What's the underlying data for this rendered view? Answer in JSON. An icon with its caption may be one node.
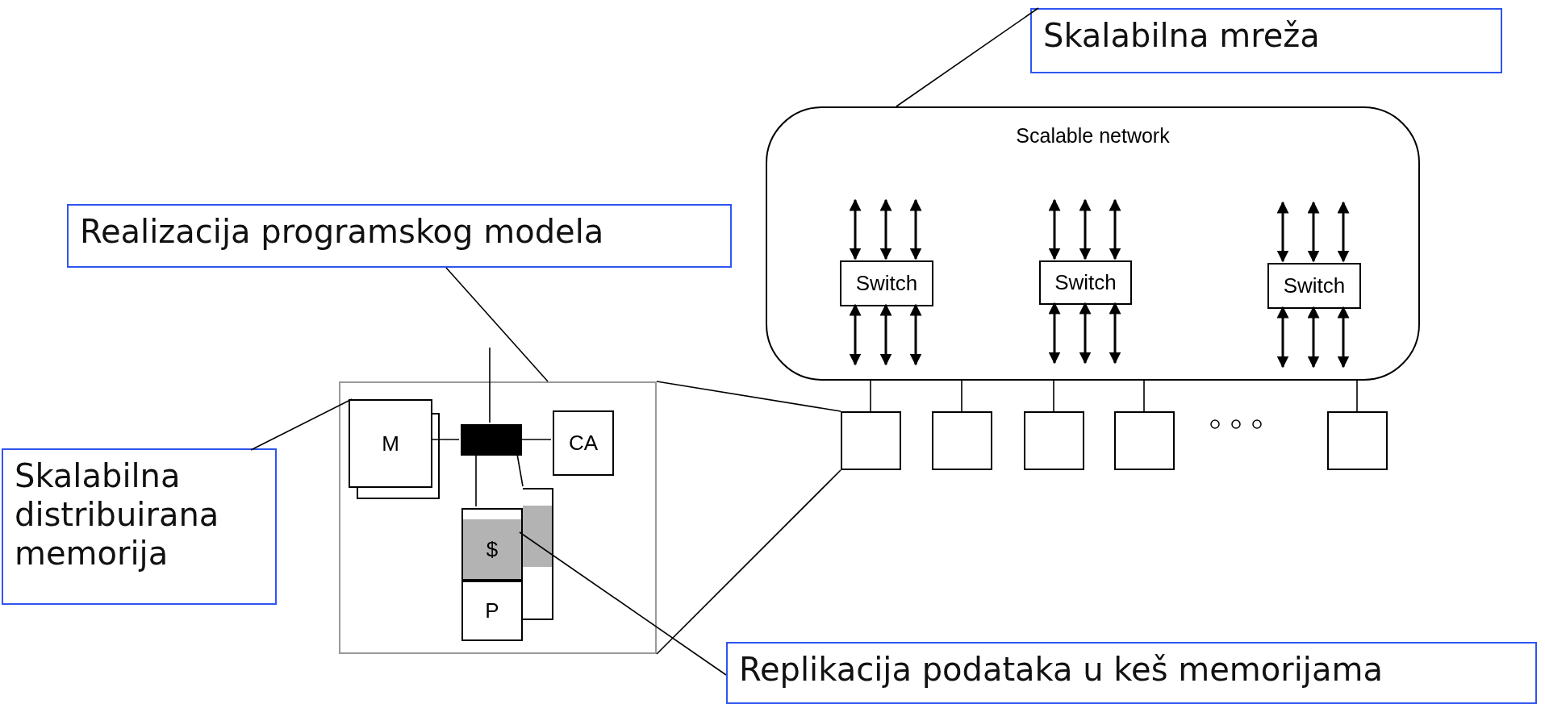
{
  "diagram": {
    "nodes": [
      {
        "text": [
          "Skalabilna mreža"
        ]
      },
      {
        "text": [
          "Scalable network"
        ]
      },
      {
        "text": [
          "Switch"
        ],
        "in": 1
      },
      {
        "text": [
          "Switch"
        ],
        "in": 1
      },
      {
        "text": [
          "Switch"
        ],
        "in": 1
      },
      {
        "text": [
          "Realizacija programskog modela"
        ]
      },
      {
        "text": [],
        "shape": "box"
      },
      {
        "text": [
          "M"
        ],
        "in": 6
      },
      {
        "text": [],
        "shape": "bar",
        "in": 6
      },
      {
        "text": [
          "CA"
        ],
        "in": 6
      },
      {
        "text": [],
        "shape": "box",
        "in": 6
      },
      {
        "text": [
          "$"
        ],
        "in": 6
      },
      {
        "text": [
          "P"
        ],
        "in": 6
      },
      {
        "text": [
          "Skalabilna distribuirana memorija"
        ]
      },
      {
        "text": [],
        "shape": "box"
      },
      {
        "text": [],
        "shape": "box"
      },
      {
        "text": [],
        "shape": "box"
      },
      {
        "text": [],
        "shape": "box"
      },
      {
        "text": [],
        "shape": "box"
      },
      {
        "text": [
          "Replikacija podataka u keš memorijama"
        ]
      }
    ],
    "edges": [
      {
        "from": 0,
        "to": 1,
        "arrow": "none"
      },
      {
        "from": 2,
        "to": null,
        "arrow": "both"
      },
      {
        "from": 2,
        "to": null,
        "arrow": "both"
      },
      {
        "from": 2,
        "to": null,
        "arrow": "both"
      },
      {
        "from": 2,
        "to": null,
        "arrow": "both"
      },
      {
        "from": 2,
        "to": null,
        "arrow": "both"
      },
      {
        "from": 2,
        "to": null,
        "arrow": "both"
      },
      {
        "from": 3,
        "to": null,
        "arrow": "both"
      },
      {
        "from": 3,
        "to": null,
        "arrow": "both"
      },
      {
        "from": 3,
        "to": null,
        "arrow": "both"
      },
      {
        "from": 3,
        "to": null,
        "arrow": "both"
      },
      {
        "from": 3,
        "to": null,
        "arrow": "both"
      },
      {
        "from": 3,
        "to": null,
        "arrow": "both"
      },
      {
        "from": 4,
        "to": null,
        "arrow": "both"
      },
      {
        "from": 4,
        "to": null,
        "arrow": "both"
      },
      {
        "from": 4,
        "to": null,
        "arrow": "both"
      },
      {
        "from": 4,
        "to": null,
        "arrow": "both"
      },
      {
        "from": 4,
        "to": null,
        "arrow": "both"
      },
      {
        "from": 4,
        "to": null,
        "arrow": "both"
      },
      {
        "from": 5,
        "to": 6,
        "arrow": "none"
      },
      {
        "from": 7,
        "to": 8,
        "arrow": "none"
      },
      {
        "from": 8,
        "to": 9,
        "arrow": "none"
      },
      {
        "from": 8,
        "to": null,
        "arrow": "none"
      },
      {
        "from": 8,
        "to": 11,
        "arrow": "none"
      },
      {
        "from": 8,
        "to": 10,
        "arrow": "none"
      },
      {
        "from": 13,
        "to": 7,
        "arrow": "none"
      },
      {
        "from": 6,
        "to": 14,
        "arrow": "none"
      },
      {
        "from": 6,
        "to": 14,
        "arrow": "none"
      },
      {
        "from": 1,
        "to": 14,
        "arrow": "none"
      },
      {
        "from": 1,
        "to": 15,
        "arrow": "none"
      },
      {
        "from": 1,
        "to": 16,
        "arrow": "none"
      },
      {
        "from": 1,
        "to": 17,
        "arrow": "none"
      },
      {
        "from": 1,
        "to": 18,
        "arrow": "none"
      },
      {
        "from": 19,
        "to": 11,
        "arrow": "none"
      }
    ]
  }
}
